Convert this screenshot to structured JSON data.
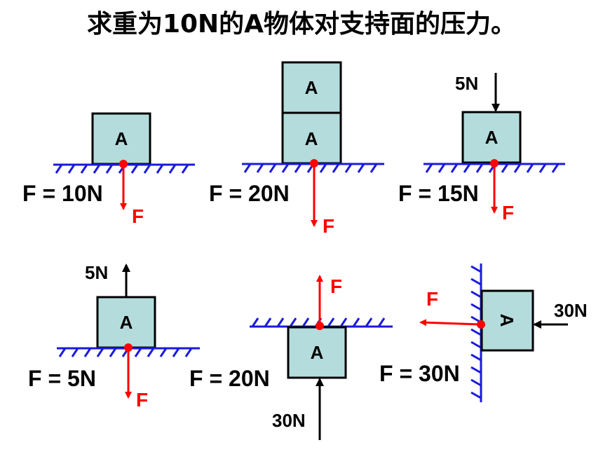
{
  "title": "求重为10N的A物体对支持面的压力。",
  "block_label": "A",
  "force_symbol": "F",
  "panels": [
    {
      "result": "F = 10N"
    },
    {
      "result": "F = 20N"
    },
    {
      "result": "F = 15N",
      "applied_force": "5N"
    },
    {
      "result": "F = 5N",
      "applied_force": "5N"
    },
    {
      "result": "F = 20N",
      "applied_force": "30N"
    },
    {
      "result": "F = 30N",
      "applied_force": "30N"
    }
  ],
  "colors": {
    "block_fill": "#b4dcdc",
    "ground": "#1a1adc",
    "pressure_arrow": "#ff0000"
  }
}
